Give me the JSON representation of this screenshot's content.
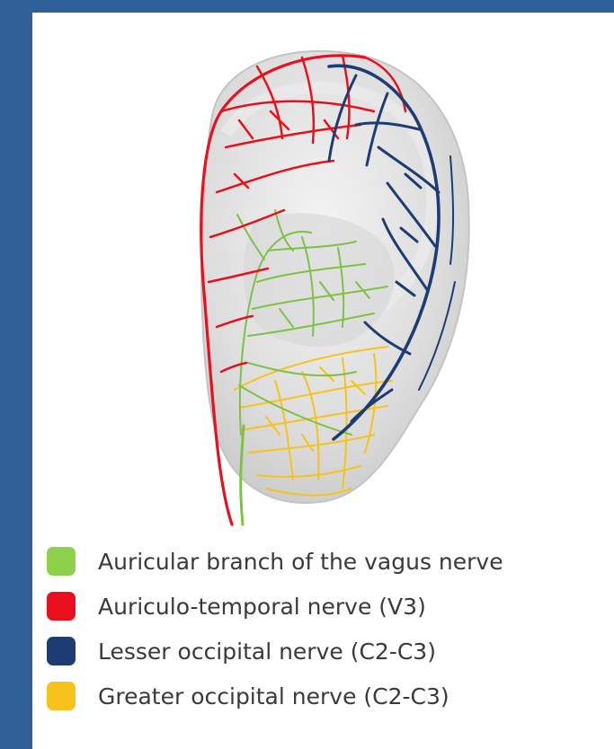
{
  "legend": [
    {
      "label": "Auricular branch of the vagus nerve",
      "color": "#8fd04c"
    },
    {
      "label": "Auriculo-temporal nerve (V3)",
      "color": "#e8101c"
    },
    {
      "label": "Lesser occipital nerve (C2-C3)",
      "color": "#1e3c74"
    },
    {
      "label": "Greater occipital nerve (C2-C3)",
      "color": "#f7c21c"
    }
  ]
}
